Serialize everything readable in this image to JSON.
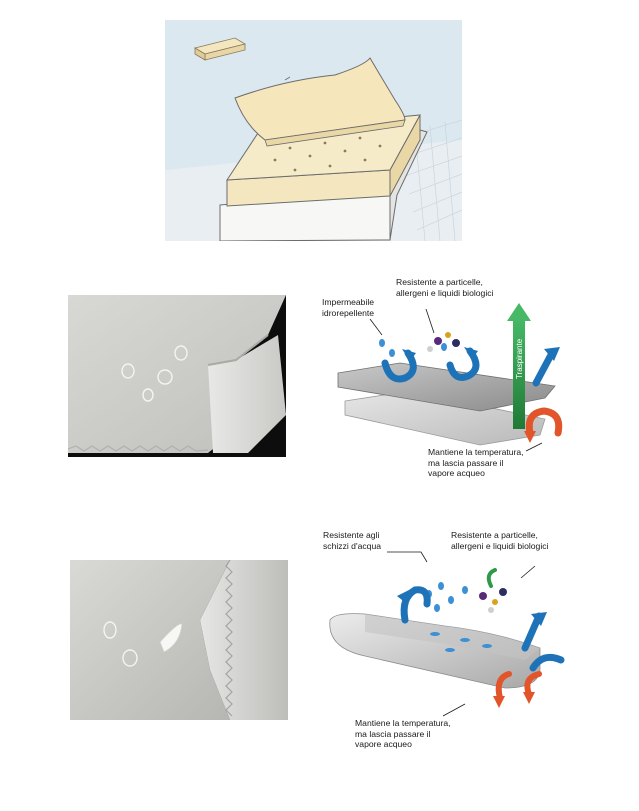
{
  "colors": {
    "foam": "#f4e6bf",
    "sky": "#dbe8f0",
    "fabric": "#dcdcd9",
    "arrow_blue": "#1e73b8",
    "arrow_red": "#e2542a",
    "arrow_green": "#2e9a47"
  },
  "diagram_top": {
    "label_waterproof": "Impermeabile\nidrorepellente",
    "label_resistant": "Resistente a particelle,\nallergeni e liquidi biologici",
    "label_breathable": "Traspirante",
    "label_temperature": "Mantiene la temperatura,\nma lascia passare il\nvapore acqueo"
  },
  "diagram_bottom": {
    "label_splash": "Resistente agli\nschizzi d'acqua",
    "label_resistant": "Resistente a particelle,\nallergeni e liquidi biologici",
    "label_temperature": "Mantiene la temperatura,\nma lascia passare il\nvapore acqueo"
  },
  "icons": [
    "mattress-illustration",
    "fabric-photo",
    "water-drop-icon",
    "breathable-arrow-icon",
    "blue-curl-arrow-icon",
    "red-curl-arrow-icon"
  ]
}
